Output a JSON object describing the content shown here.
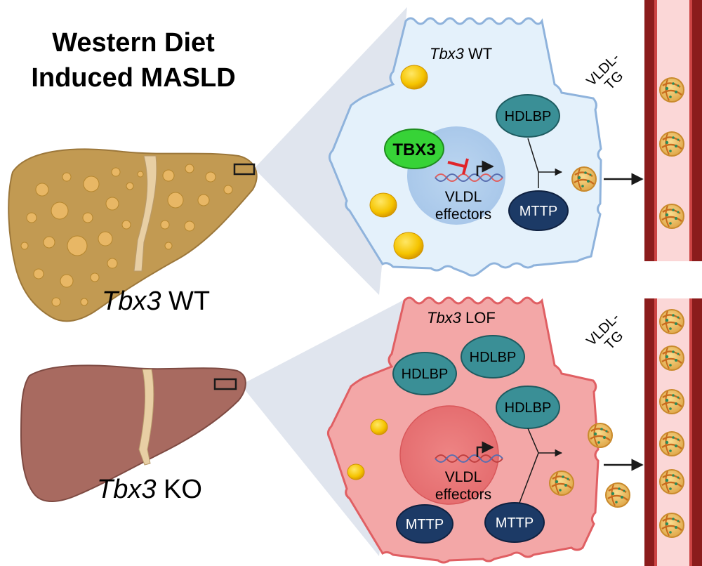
{
  "title": {
    "line1": "Western Diet",
    "line2": "Induced MASLD"
  },
  "livers": {
    "wt": {
      "gene": "Tbx3",
      "genotype": "WT"
    },
    "ko": {
      "gene": "Tbx3",
      "genotype": "KO"
    }
  },
  "cells": {
    "wt": {
      "gene": "Tbx3",
      "condition": "WT",
      "tbx3_label": "TBX3",
      "hdlbp_label": "HDLBP",
      "mttp_label": "MTTP",
      "nucleus_line1": "VLDL",
      "nucleus_line2": "effectors"
    },
    "lof": {
      "gene": "Tbx3",
      "condition": "LOF",
      "hdlbp_labels": [
        "HDLBP",
        "HDLBP",
        "HDLBP"
      ],
      "mttp_labels": [
        "MTTP",
        "MTTP"
      ],
      "nucleus_line1": "VLDL",
      "nucleus_line2": "effectors"
    }
  },
  "vessel": {
    "top_label_line1": "VLDL-",
    "top_label_line2": "TG",
    "bottom_label_line1": "VLDL-",
    "bottom_label_line2": "TG"
  },
  "colors": {
    "wt_cell_fill": "#e4f1fb",
    "wt_cell_stroke": "#8fb3dc",
    "lof_cell_fill": "#f3a7a7",
    "lof_cell_stroke": "#e05f63",
    "fatty_liver": "#c29a52",
    "ko_liver": "#a86a60",
    "vessel_wall": "#8b1c1c",
    "tbx3_green": "#37d337",
    "hdlbp_teal": "#3a8f96",
    "mttp_navy": "#1c3a66",
    "inhibit_red": "#e0242a"
  }
}
